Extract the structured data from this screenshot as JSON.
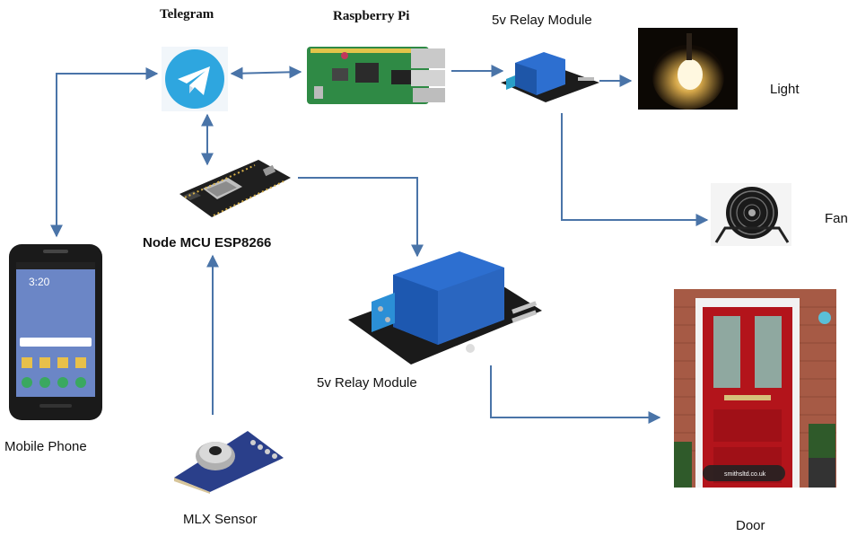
{
  "nodes": {
    "telegram": {
      "label": "Telegram",
      "icon": "telegram-icon"
    },
    "raspberry_pi": {
      "label": "Raspberry Pi",
      "icon": "raspberry-pi-board"
    },
    "relay_top": {
      "label": "5v Relay Module",
      "icon": "relay-module"
    },
    "light": {
      "label": "Light",
      "icon": "light-bulb-photo"
    },
    "fan": {
      "label": "Fan",
      "icon": "desk-fan-photo"
    },
    "node_mcu": {
      "label": "Node MCU ESP8266",
      "icon": "esp8266-board"
    },
    "relay_mid": {
      "label": "5v Relay Module",
      "icon": "relay-module"
    },
    "door": {
      "label": "Door",
      "icon": "door-photo"
    },
    "mobile": {
      "label": "Mobile Phone",
      "icon": "smartphone-photo",
      "screen_time": "3:20"
    },
    "mlx": {
      "label": "MLX Sensor",
      "icon": "mlx-sensor-board"
    }
  },
  "door_watermark": "smithsltd.co.uk",
  "colors": {
    "arrow": "#4a74a8",
    "telegram_blue": "#2ea6df",
    "pcb_green": "#2f8a45",
    "relay_blue": "#2d6fd0",
    "door_red": "#b3141b"
  }
}
